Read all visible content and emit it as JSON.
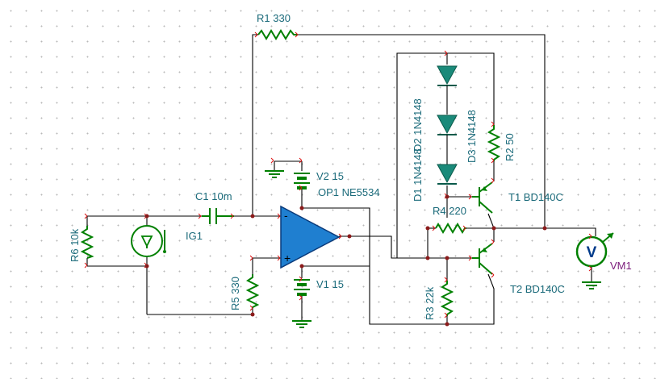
{
  "components": {
    "R1": "R1 330",
    "R2": "R2 50",
    "R3": "R3 22k",
    "R4": "R4 220",
    "R5": "R5 330",
    "R6": "R6 10k",
    "C1": "C1 10m",
    "IG1": "IG1",
    "V1": "V1 15",
    "V2": "V2 15",
    "OP1": "OP1 NE5534",
    "D1": "D1 1N4148",
    "D2": "D2 1N4148",
    "D3": "D3 1N4148",
    "T1": "T1 BD140C",
    "T2": "T2 BD140C",
    "VM1": "VM1",
    "VM_symbol": "V"
  },
  "opamp": {
    "minus": "-",
    "plus": "+"
  },
  "colors": {
    "wire": "#000000",
    "component": "#008000",
    "label": "#1a6a7a",
    "meter_label": "#7a1a7a",
    "opamp": "#1f7fd0",
    "diode": "#1a8a7a",
    "pin_marker": "#dd1111"
  }
}
